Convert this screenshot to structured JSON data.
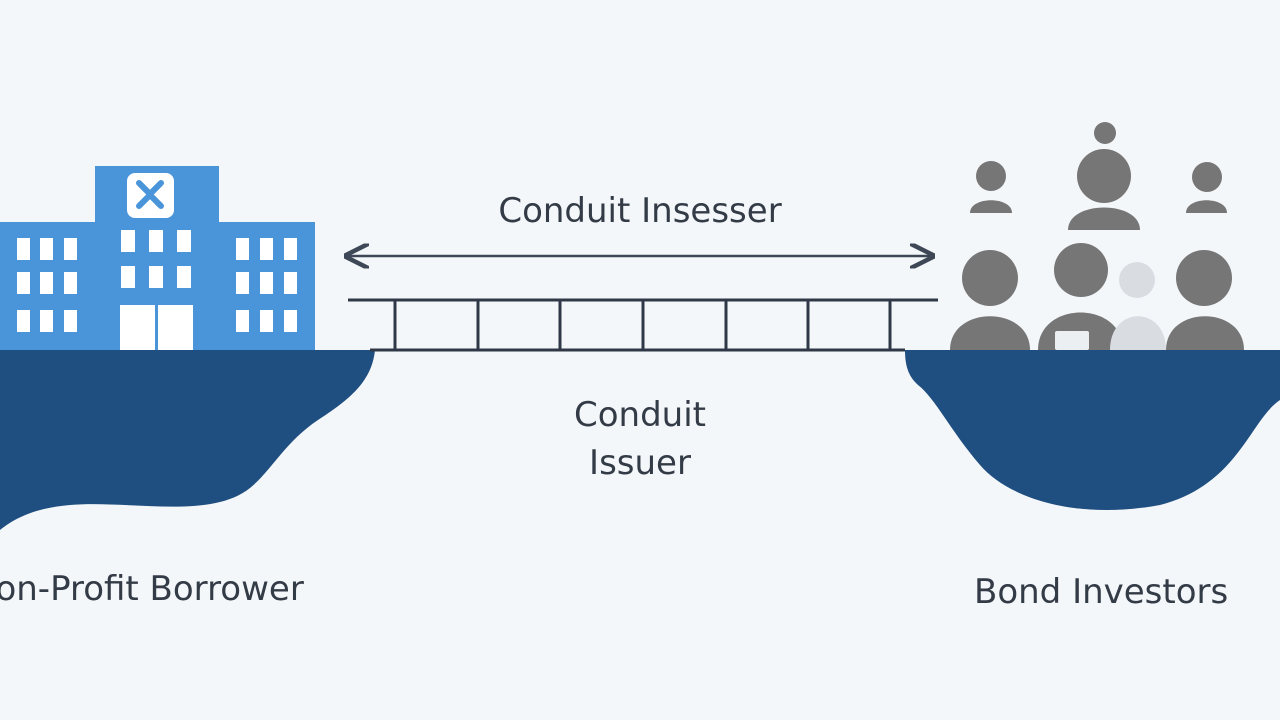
{
  "diagram": {
    "top_label": "Conduit Insesser",
    "middle_label_line1": "Conduit",
    "middle_label_line2": "Issuer",
    "left_label": "lon-Profit Borrower",
    "right_label": "Bond Investors"
  },
  "colors": {
    "background": "#f4f7fa",
    "building": "#4a95da",
    "water": "#1f4f80",
    "people": "#767676",
    "people_light": "#d9dde2",
    "text": "#333b46",
    "arrow": "#3d4756"
  },
  "icons": {
    "left": "hospital-building-icon",
    "center": "bridge-icon",
    "right": "investor-group-icon",
    "arrow": "double-arrow-icon"
  }
}
